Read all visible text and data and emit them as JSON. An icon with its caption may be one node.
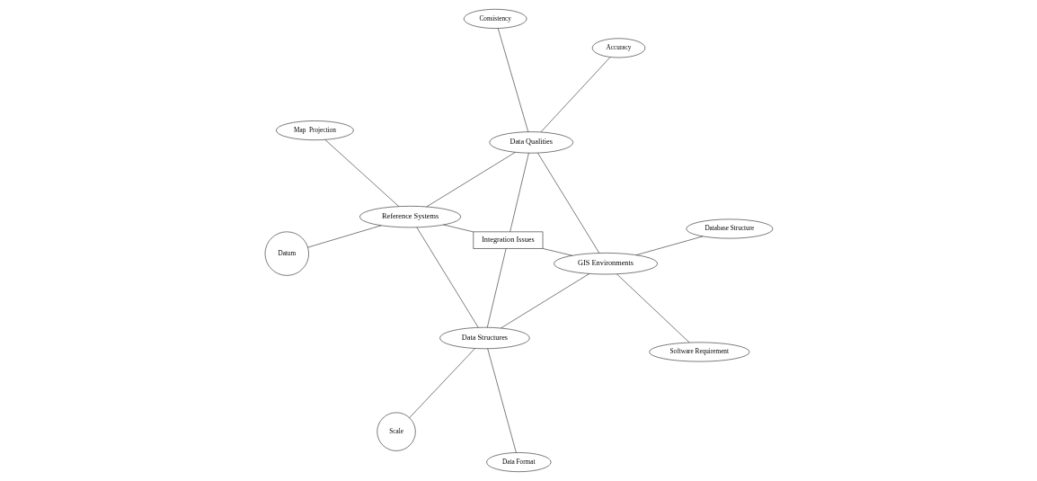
{
  "diagram": {
    "nodes": [
      {
        "text": [
          "Map  Projection"
        ]
      },
      {
        "text": [
          "Accuracy"
        ]
      },
      {
        "text": [
          "Datum"
        ]
      },
      {
        "text": [
          "Reference Systems"
        ]
      },
      {
        "text": [
          "Data Qualities"
        ]
      },
      {
        "text": [
          "Consistency"
        ]
      },
      {
        "text": [
          "Integration Issues"
        ]
      },
      {
        "text": [
          "Data Structures"
        ]
      },
      {
        "text": [
          "GIS Environments"
        ]
      },
      {
        "text": [
          "Software Requirement"
        ]
      },
      {
        "text": [
          "Data Format"
        ]
      },
      {
        "text": [
          "Scale"
        ]
      },
      {
        "text": [
          "Database Structure"
        ]
      }
    ],
    "edges": [
      {
        "from": 0,
        "to": 3,
        "arrow": "none"
      },
      {
        "from": 2,
        "to": 3,
        "arrow": "none"
      },
      {
        "from": 3,
        "to": 4,
        "arrow": "none"
      },
      {
        "from": 1,
        "to": 4,
        "arrow": "none"
      },
      {
        "from": 4,
        "to": 5,
        "arrow": "none"
      },
      {
        "from": 3,
        "to": 7,
        "arrow": "none"
      },
      {
        "from": 4,
        "to": 8,
        "arrow": "none"
      },
      {
        "from": 7,
        "to": 8,
        "arrow": "none"
      },
      {
        "from": 3,
        "to": 6,
        "arrow": "none"
      },
      {
        "from": 4,
        "to": 6,
        "arrow": "none"
      },
      {
        "from": 7,
        "to": 6,
        "arrow": "none"
      },
      {
        "from": 8,
        "to": 6,
        "arrow": "none"
      },
      {
        "from": 7,
        "to": 10,
        "arrow": "none"
      },
      {
        "from": 7,
        "to": 11,
        "arrow": "none"
      },
      {
        "from": 8,
        "to": 12,
        "arrow": "none"
      },
      {
        "from": 8,
        "to": 9,
        "arrow": "none"
      }
    ]
  }
}
